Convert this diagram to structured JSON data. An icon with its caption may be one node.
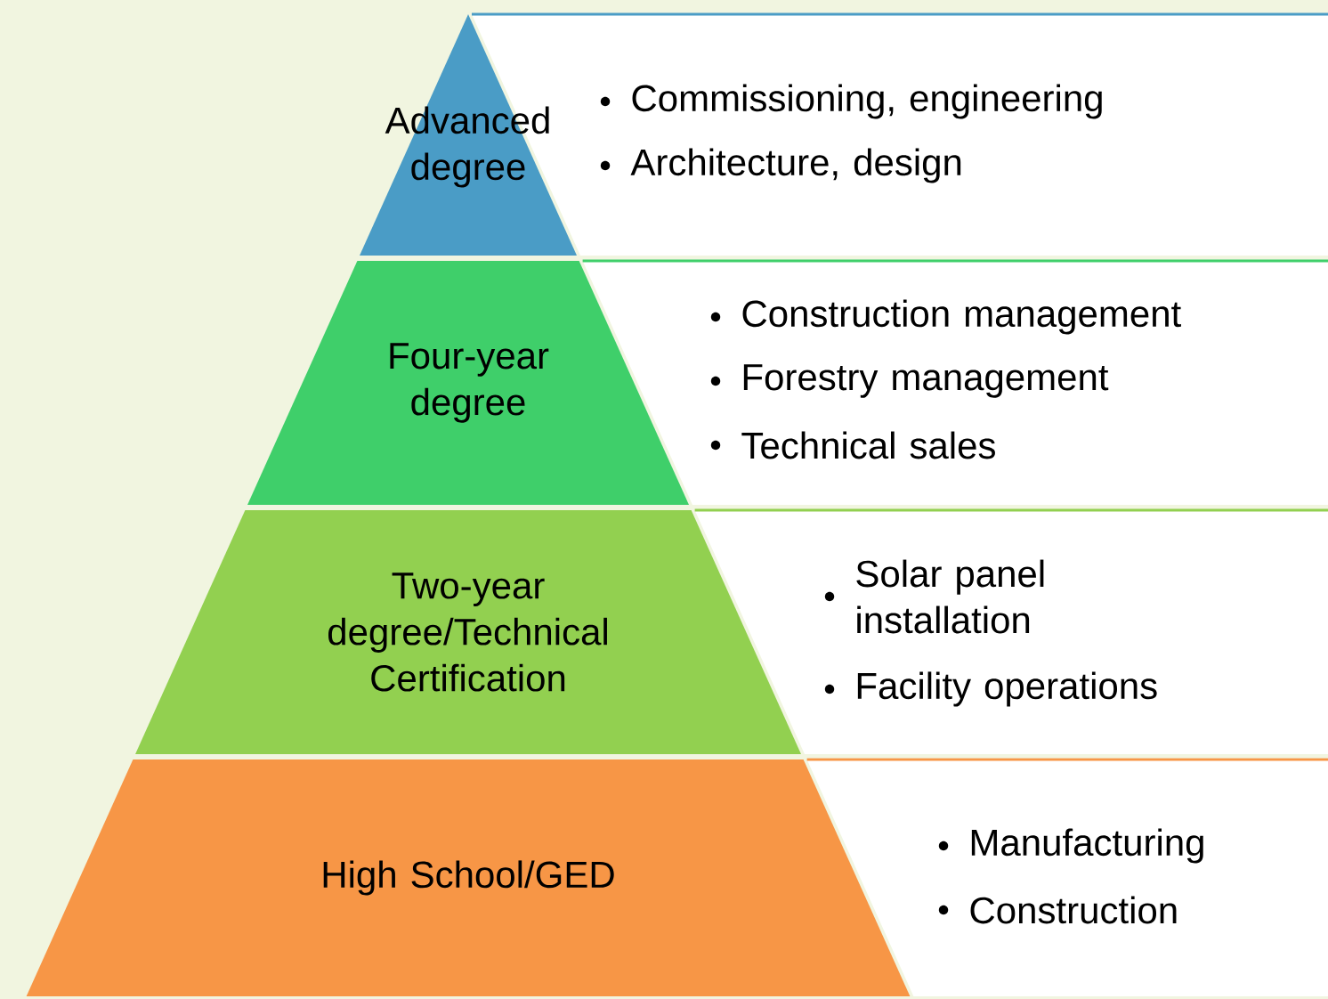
{
  "diagram": {
    "nodes": [
      {
        "text": [
          "Advanced degree"
        ]
      },
      {
        "text": [
          "Commissioning, engineering",
          "Architecture, design"
        ]
      },
      {
        "text": [
          "Four-year degree"
        ]
      },
      {
        "text": [
          "Construction management",
          "Forestry management",
          "Technical sales"
        ]
      },
      {
        "text": [
          "Two-year degree/Technical Certification"
        ]
      },
      {
        "text": [
          "Solar panel installation",
          "Facility operations"
        ]
      },
      {
        "text": [
          "High School/GED"
        ]
      },
      {
        "text": [
          "Manufacturing",
          "Construction"
        ]
      }
    ]
  }
}
